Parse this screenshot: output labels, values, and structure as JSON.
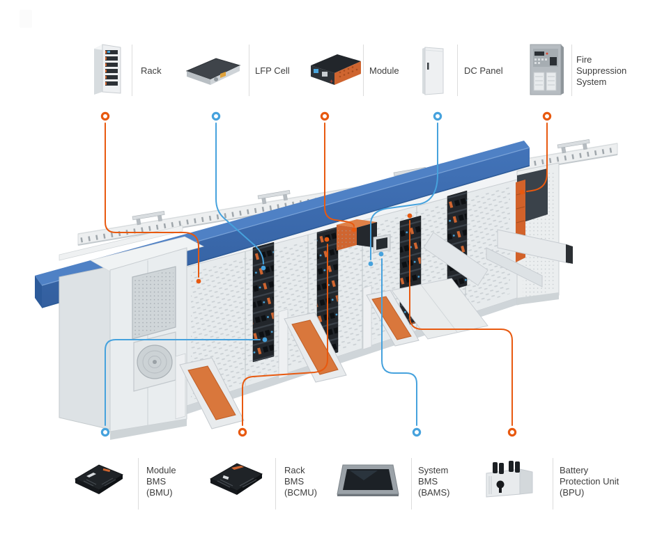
{
  "palette": {
    "orange": "#e8590f",
    "blue": "#46a2dd",
    "beam_top": "#4f81c5",
    "beam_front": "#3a69ae",
    "beam_end": "#2c5a9a",
    "label_text": "#3d3d3d",
    "divider": "#dcdcdc",
    "panel_light": "#e9eced",
    "panel_mid": "#d8dde0",
    "module_dark": "#23272c",
    "accent_module_orange": "#d2622a"
  },
  "top_legend": {
    "items": [
      {
        "id": "rack",
        "label": "Rack",
        "marker": "orange"
      },
      {
        "id": "lfp-cell",
        "label": "LFP Cell",
        "marker": "blue"
      },
      {
        "id": "module",
        "label": "Module",
        "marker": "orange"
      },
      {
        "id": "dc-panel",
        "label": "DC Panel",
        "marker": "blue"
      },
      {
        "id": "fire-suppression",
        "label": "Fire\nSuppression\nSystem",
        "marker": "orange"
      }
    ]
  },
  "bottom_legend": {
    "items": [
      {
        "id": "module-bms",
        "label": "Module\nBMS\n(BMU)",
        "marker": "blue"
      },
      {
        "id": "rack-bms",
        "label": "Rack\nBMS\n(BCMU)",
        "marker": "orange"
      },
      {
        "id": "system-bms",
        "label": "System\nBMS\n(BAMS)",
        "marker": "blue"
      },
      {
        "id": "bpu",
        "label": "Battery\nProtection Unit\n(BPU)",
        "marker": "orange"
      }
    ]
  }
}
